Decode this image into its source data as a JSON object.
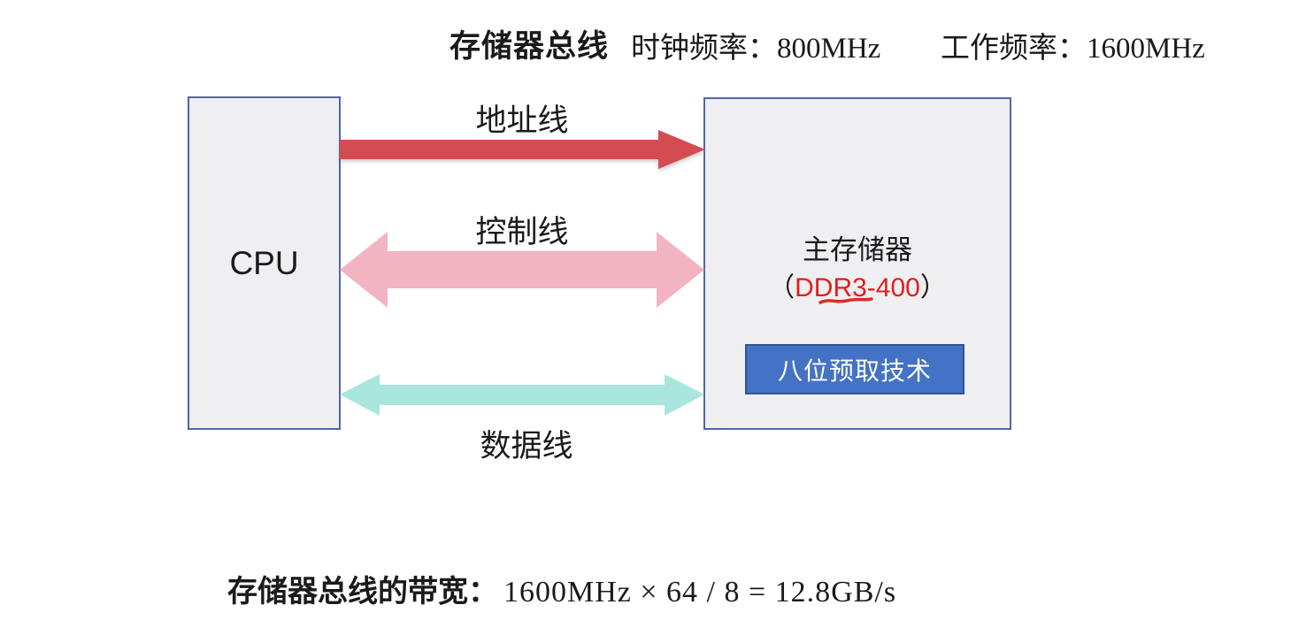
{
  "header": {
    "bus_title": "存储器总线",
    "clock_freq_label": "时钟频率：",
    "clock_freq_value": "800MHz",
    "work_freq_label": "工作频率：",
    "work_freq_value": "1600MHz"
  },
  "cpu_box": {
    "label": "CPU"
  },
  "memory_box": {
    "title": "主存储器",
    "model_open_paren": "（",
    "model": "DDR3-400",
    "model_close_paren": "）",
    "prefetch_button_label": "八位预取技术"
  },
  "buses": {
    "address": {
      "label": "地址线",
      "direction": "cpu-to-memory"
    },
    "control": {
      "label": "控制线",
      "direction": "bidirectional"
    },
    "data": {
      "label": "数据线",
      "direction": "bidirectional"
    }
  },
  "footer": {
    "bandwidth_label": "存储器总线的带宽：",
    "bandwidth_formula": "1600MHz × 64 / 8 = 12.8GB/s"
  },
  "colors": {
    "address_arrow": "#d54b52",
    "control_arrow": "#f3b4c1",
    "data_arrow": "#a9e6dd",
    "box_fill": "#efeff2",
    "box_border": "#5066a7",
    "button_fill": "#4472c4",
    "button_border": "#2e5597",
    "ddr_model_red": "#e31e1e",
    "underline_red": "#d93025"
  }
}
